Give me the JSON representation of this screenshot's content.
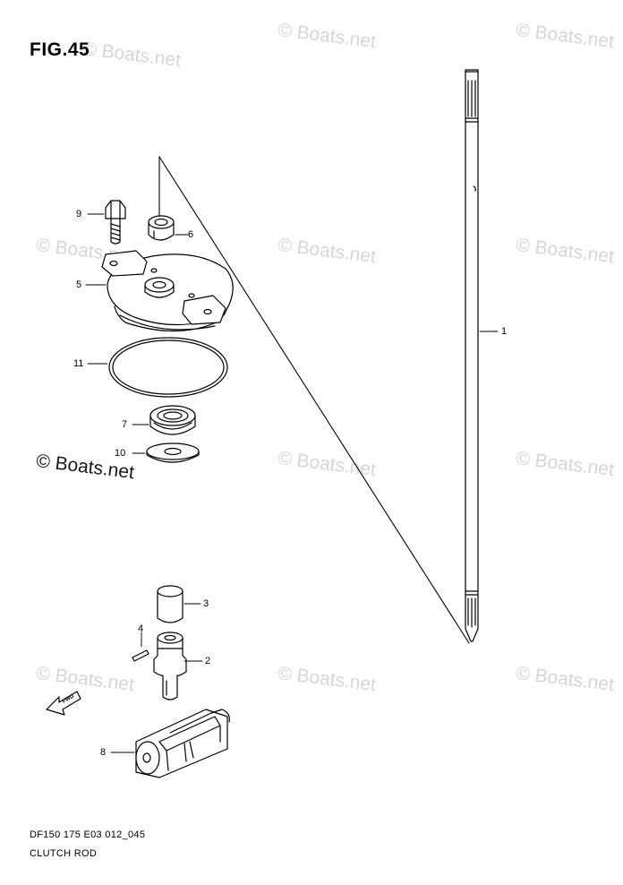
{
  "figure": {
    "title": "FIG.45"
  },
  "watermark": {
    "text": "© Boats.net"
  },
  "parts": [
    {
      "number": "1"
    },
    {
      "number": "2"
    },
    {
      "number": "3"
    },
    {
      "number": "4"
    },
    {
      "number": "5"
    },
    {
      "number": "6"
    },
    {
      "number": "7"
    },
    {
      "number": "8"
    },
    {
      "number": "9"
    },
    {
      "number": "10"
    },
    {
      "number": "11"
    }
  ],
  "fwd_label": "FWD",
  "footer": {
    "code": "DF150 175 E03 012_045",
    "caption": "CLUTCH ROD"
  },
  "icons": [
    "clutch-rod-shaft-icon",
    "cam-housing-plate-icon",
    "o-ring-icon",
    "bearing-icon",
    "washer-icon",
    "bolt-icon",
    "bushing-icon",
    "pin-icon",
    "clutch-shifter-icon",
    "clutch-push-rod-icon",
    "clutch-cam-icon",
    "forward-arrow-icon"
  ]
}
